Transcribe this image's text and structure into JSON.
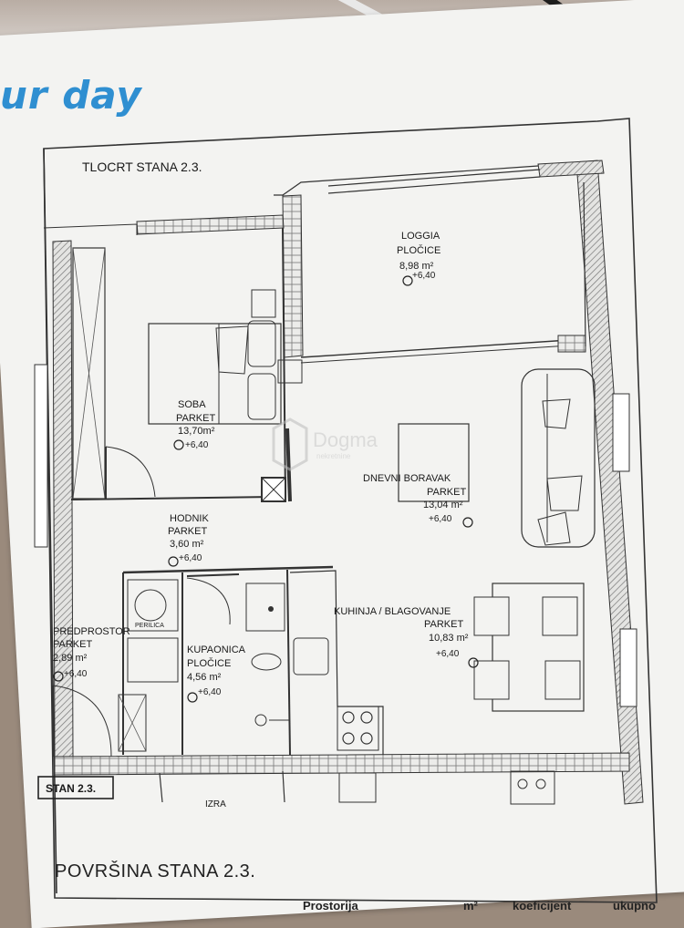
{
  "brand_fragment": "ur day",
  "plan_title": "TLOCRT STANA 2.3.",
  "watermark": {
    "name": "Dogma",
    "sub": "nekretnine"
  },
  "rooms": {
    "loggia": {
      "name": "LOGGIA",
      "floor": "PLOČICE",
      "area": "8,98 m²",
      "level": "+6,40"
    },
    "soba": {
      "name": "SOBA",
      "floor": "PARKET",
      "area": "13,70m²",
      "level": "+6,40"
    },
    "dnevni": {
      "name": "DNEVNI BORAVAK",
      "floor": "PARKET",
      "area": "13,04 m²",
      "level": "+6,40"
    },
    "hodnik": {
      "name": "HODNIK",
      "floor": "PARKET",
      "area": "3,60 m²",
      "level": "+6,40"
    },
    "kuhinja": {
      "name": "KUHINJA / BLAGOVANJE",
      "floor": "PARKET",
      "area": "10,83 m²",
      "level": "+6,40"
    },
    "predprostor": {
      "name": "PREDPROSTOR",
      "floor": "PARKET",
      "area": "2,89 m²",
      "level": "+6,40"
    },
    "kupaonica": {
      "name": "KUPAONICA",
      "floor": "PLOČICE",
      "area": "4,56 m²",
      "level": "+6,40"
    }
  },
  "perilica": "PERILICA",
  "unit_tag": "STAN 2.3.",
  "cut_label": "IZRA",
  "summary_heading": "POVRŠINA STANA 2.3.",
  "table_headers": {
    "room": "Prostorija",
    "m2": "m²",
    "coef": "koeficijent",
    "total": "ukupno"
  },
  "colors": {
    "wall_hatch": "#7a7a7a",
    "line": "#2a2a2a",
    "paper": "#f3f3f1",
    "brand": "#2f8fd1"
  }
}
